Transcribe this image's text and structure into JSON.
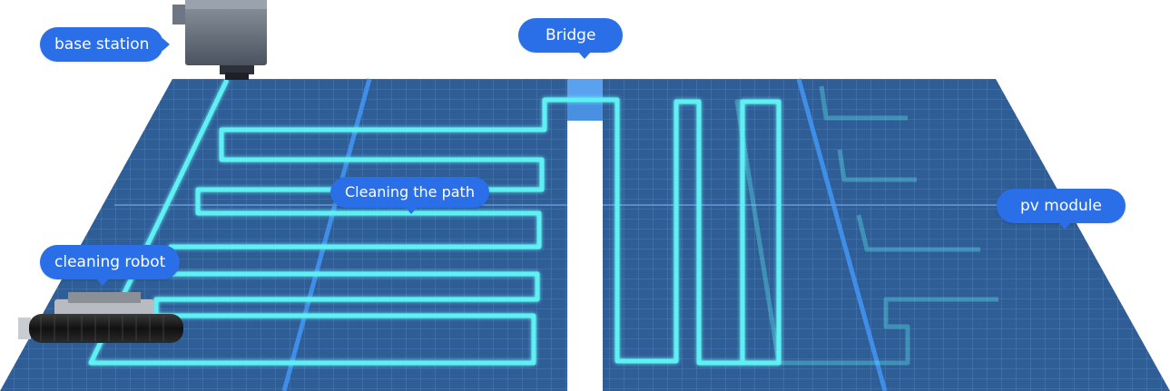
{
  "labels": {
    "base_station": "base station",
    "bridge": "Bridge",
    "cleaning_path": "Cleaning the path",
    "pv_module": "pv module",
    "cleaning_robot": "cleaning robot"
  },
  "colors": {
    "panel": "#2f5d96",
    "grid_line": "#5f8fd0",
    "bright_line": "#3f8ee8",
    "path": "#5ff0f4",
    "callout": "#2b6fe8",
    "bridge": "#4a90e2"
  }
}
